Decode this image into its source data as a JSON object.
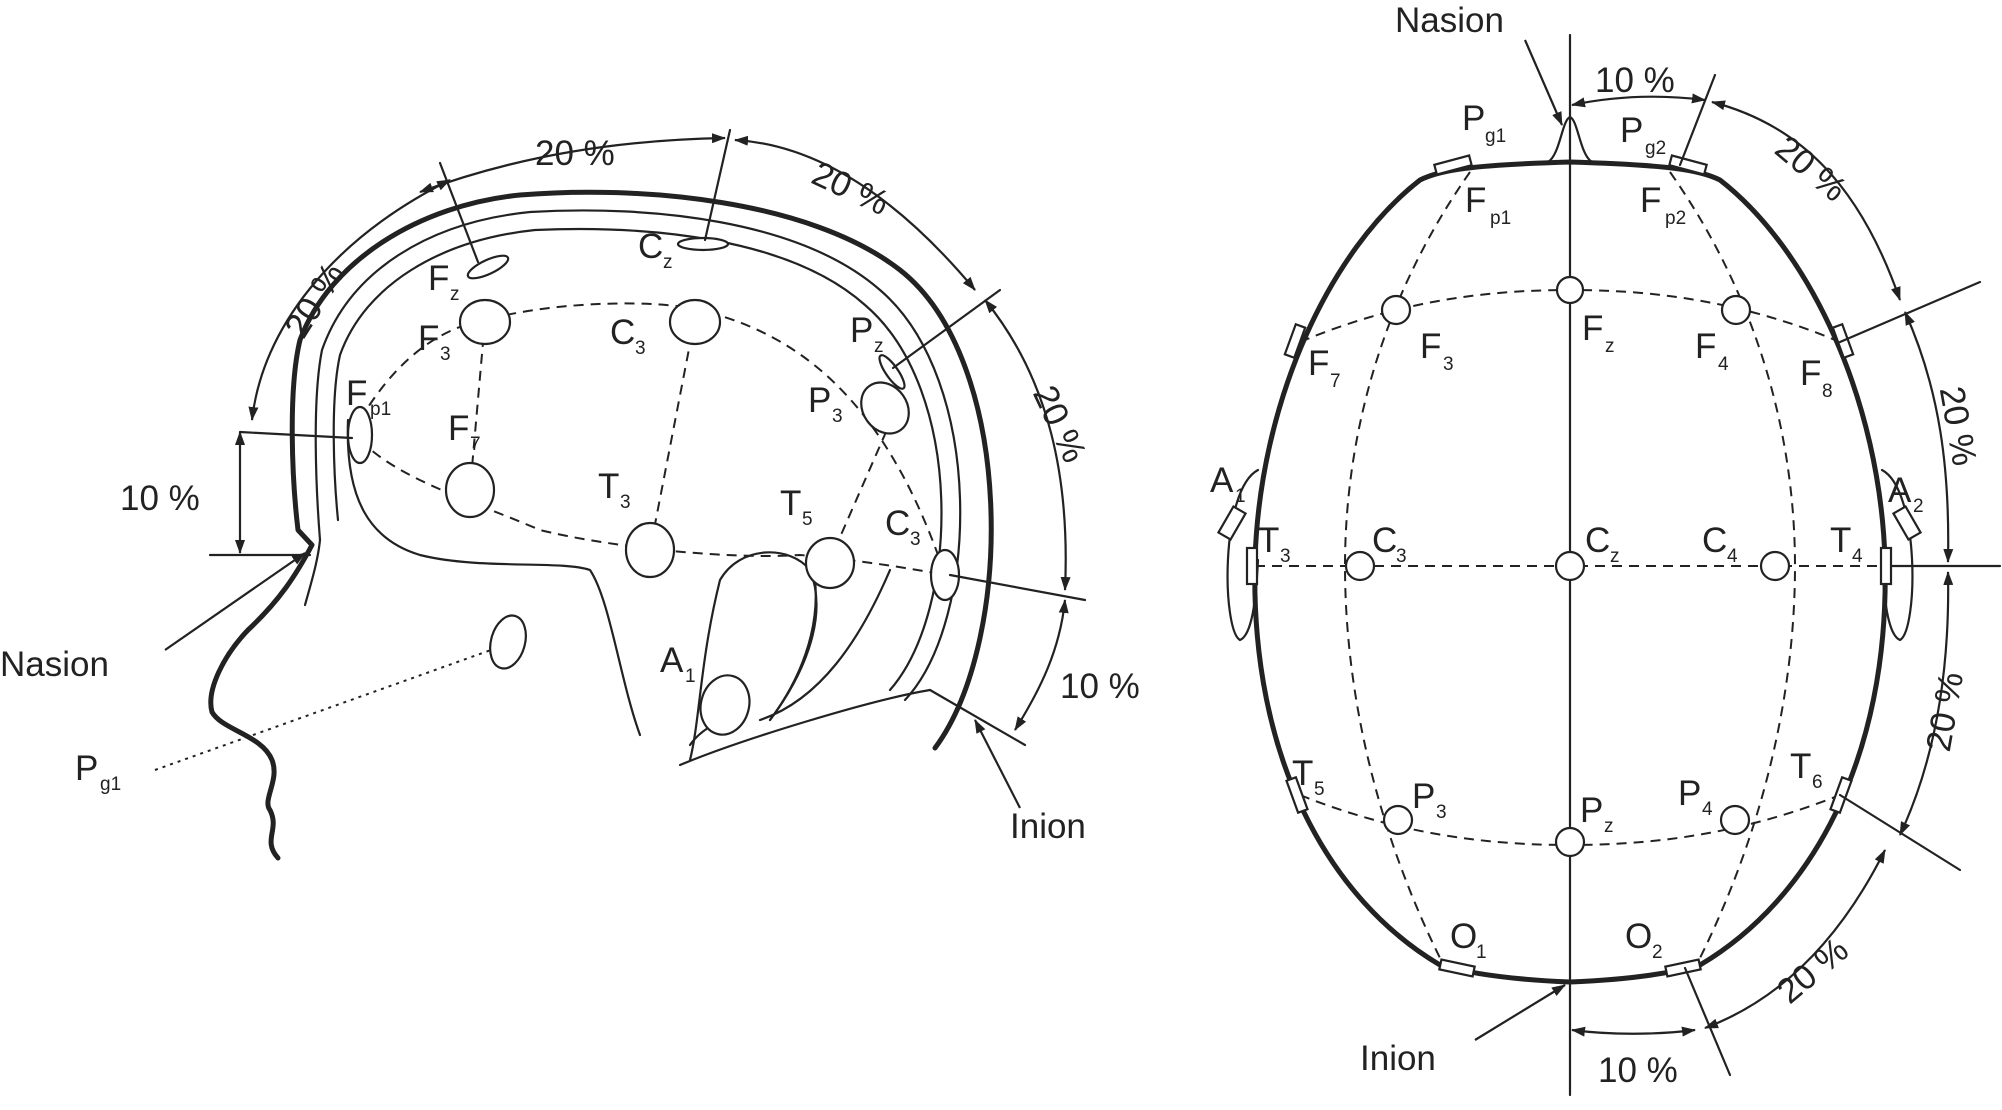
{
  "side_view": {
    "labels": {
      "nasion": "Nasion",
      "inion": "Inion",
      "pg1": {
        "base": "P",
        "sub": "g1"
      },
      "a1": {
        "base": "A",
        "sub": "1"
      },
      "fp1": {
        "base": "F",
        "sub": "p1"
      },
      "fz": {
        "base": "F",
        "sub": "z"
      },
      "f3": {
        "base": "F",
        "sub": "3"
      },
      "f7": {
        "base": "F",
        "sub": "7"
      },
      "cz": {
        "base": "C",
        "sub": "z"
      },
      "c3": {
        "base": "C",
        "sub": "3"
      },
      "t3": {
        "base": "T",
        "sub": "3"
      },
      "t5": {
        "base": "T",
        "sub": "5"
      },
      "pz": {
        "base": "P",
        "sub": "z"
      },
      "p3": {
        "base": "P",
        "sub": "3"
      },
      "o1": {
        "base": "C",
        "sub": "3"
      }
    },
    "percent_labels": [
      "20 %",
      "20 %",
      "20 %",
      "20 %",
      "10 %",
      "10 %"
    ]
  },
  "top_view": {
    "labels": {
      "nasion": "Nasion",
      "inion": "Inion",
      "pg1": {
        "base": "P",
        "sub": "g1"
      },
      "pg2": {
        "base": "P",
        "sub": "g2"
      },
      "fp1": {
        "base": "F",
        "sub": "p1"
      },
      "fp2": {
        "base": "F",
        "sub": "p2"
      },
      "f7": {
        "base": "F",
        "sub": "7"
      },
      "f3": {
        "base": "F",
        "sub": "3"
      },
      "fz": {
        "base": "F",
        "sub": "z"
      },
      "f4": {
        "base": "F",
        "sub": "4"
      },
      "f8": {
        "base": "F",
        "sub": "8"
      },
      "a1": {
        "base": "A",
        "sub": "1"
      },
      "a2": {
        "base": "A",
        "sub": "2"
      },
      "t3": {
        "base": "T",
        "sub": "3"
      },
      "c3": {
        "base": "C",
        "sub": "3"
      },
      "cz": {
        "base": "C",
        "sub": "z"
      },
      "c4": {
        "base": "C",
        "sub": "4"
      },
      "t4": {
        "base": "T",
        "sub": "4"
      },
      "t5": {
        "base": "T",
        "sub": "5"
      },
      "p3": {
        "base": "P",
        "sub": "3"
      },
      "pz": {
        "base": "P",
        "sub": "z"
      },
      "p4": {
        "base": "P",
        "sub": "4"
      },
      "t6": {
        "base": "T",
        "sub": "6"
      },
      "o1": {
        "base": "O",
        "sub": "1"
      },
      "o2": {
        "base": "O",
        "sub": "2"
      }
    },
    "percent_labels": [
      "10 %",
      "20 %",
      "20 %",
      "20 %",
      "20 %",
      "10 %"
    ]
  }
}
